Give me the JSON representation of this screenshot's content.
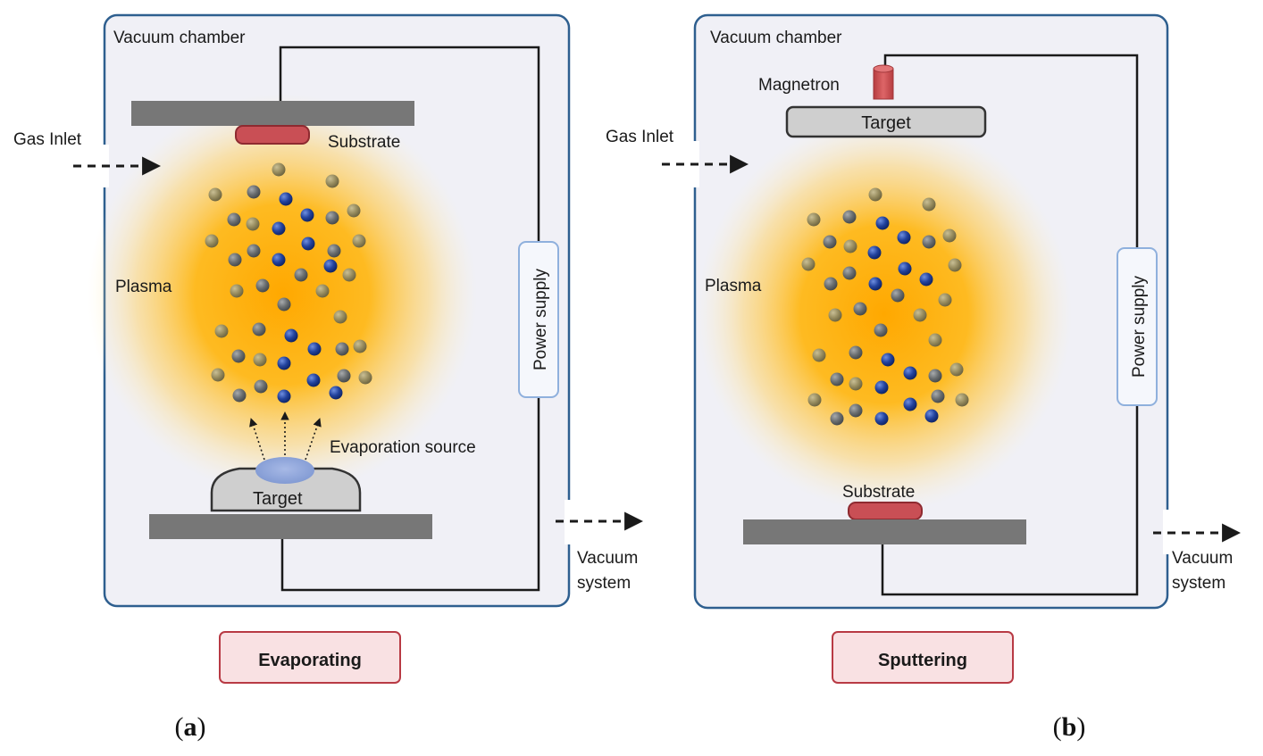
{
  "panels": [
    {
      "id": "a",
      "chamber_label": "Vacuum chamber",
      "gas_inlet": "Gas Inlet",
      "substrate": "Substrate",
      "plasma": "Plasma",
      "power_supply": "Power supply",
      "evaporation_source": "Evaporation source",
      "target": "Target",
      "vacuum_line1": "Vacuum",
      "vacuum_line2": "system",
      "title": "Evaporating",
      "caption_open": "(",
      "caption_letter": "a",
      "caption_close": ")"
    },
    {
      "id": "b",
      "chamber_label": "Vacuum chamber",
      "magnetron": "Magnetron",
      "target": "Target",
      "gas_inlet": "Gas Inlet",
      "plasma": "Plasma",
      "power_supply": "Power supply",
      "substrate": "Substrate",
      "vacuum_line1": "Vacuum",
      "vacuum_line2": "system",
      "title": "Sputtering",
      "caption_open": "(",
      "caption_letter": "b",
      "caption_close": ")"
    }
  ],
  "colors": {
    "chamber_border": "#2e5f8f",
    "chamber_fill": "#f0f0f6",
    "plate": "#777777",
    "substrate_fill": "#c94f55",
    "substrate_border": "#8e2a30",
    "plasma_core": "#ffb300",
    "particle_blue": "#1f3e9a",
    "particle_gray": "#6e7172",
    "particle_olive": "#9a8f62",
    "title_fill": "#f9e1e3",
    "title_border": "#b83a44",
    "power_border": "#8fb0dd",
    "target_fill": "#cfcfcf",
    "evap_blob": "#8fa6d8",
    "magnetron": "#d05557"
  }
}
